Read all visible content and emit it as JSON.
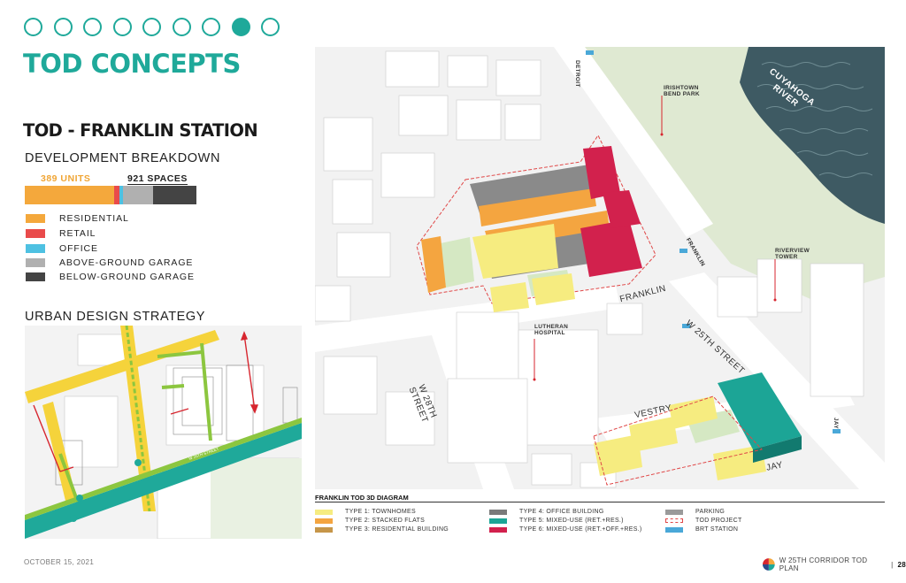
{
  "header": {
    "progress": {
      "total": 9,
      "current": 8
    },
    "title": "TOD CONCEPTS"
  },
  "station": {
    "title": "TOD - FRANKLIN STATION",
    "breakdown_heading": "DEVELOPMENT BREAKDOWN",
    "units_label": "389 UNITS",
    "spaces_label": "921 SPACES",
    "bar_segments": [
      {
        "name": "Residential",
        "fraction": 0.52,
        "color": "#f4a83c"
      },
      {
        "name": "Retail",
        "fraction": 0.03,
        "color": "#e94b4b"
      },
      {
        "name": "Office",
        "fraction": 0.02,
        "color": "#4ec1e2"
      },
      {
        "name": "Above-ground garage",
        "fraction": 0.18,
        "color": "#b0b0b0"
      },
      {
        "name": "Below-ground garage",
        "fraction": 0.25,
        "color": "#444444"
      }
    ],
    "legend": [
      {
        "label": "RESIDENTIAL",
        "color": "#f4a83c"
      },
      {
        "label": "RETAIL",
        "color": "#e94b4b"
      },
      {
        "label": "OFFICE",
        "color": "#4ec1e2"
      },
      {
        "label": "ABOVE-GROUND GARAGE",
        "color": "#b0b0b0"
      },
      {
        "label": "BELOW-GROUND GARAGE",
        "color": "#444444"
      }
    ],
    "urban_design_heading": "URBAN DESIGN STRATEGY",
    "urban_map_street": "W 25TH STREET"
  },
  "diagram": {
    "title": "FRANKLIN TOD 3D DIAGRAM",
    "labels": {
      "detroit": "DETROIT",
      "irishtown": "IRISHTOWN\nBEND PARK",
      "river": "CUYAHOGA\nRIVER",
      "franklin_station": "FRANKLIN",
      "riverview": "RIVERVIEW\nTOWER",
      "franklin_street": "FRANKLIN",
      "w25": "W 25TH STREET",
      "lutheran": "LUTHERAN\nHOSPITAL",
      "w28": "W 28TH\nSTREET",
      "vestry": "VESTRY",
      "jay": "JAY",
      "jay_station": "JAY"
    },
    "key": [
      {
        "label": "TYPE 1: TOWNHOMES",
        "color": "#f6ec80"
      },
      {
        "label": "TYPE 2: STACKED FLATS",
        "color": "#f4a540"
      },
      {
        "label": "TYPE 3: RESIDENTIAL BUILDING",
        "color": "#c69649"
      },
      {
        "label": "TYPE 4: OFFICE BUILDING",
        "color": "#7a7a7a"
      },
      {
        "label": "TYPE 5: MIXED-USE (RET.+RES.)",
        "color": "#1ca596"
      },
      {
        "label": "TYPE 6: MIXED-USE (RET.+OFF.+RES.)",
        "color": "#d2214d"
      },
      {
        "label": "PARKING",
        "color": "#9a9a9a"
      },
      {
        "label": "TOD PROJECT",
        "color": "#e04848"
      },
      {
        "label": "BRT STATION",
        "color": "#4aa8d8"
      }
    ]
  },
  "footer": {
    "date": "OCTOBER 15, 2021",
    "plan": "W 25TH CORRIDOR TOD PLAN",
    "separator": "|",
    "page": "28"
  }
}
